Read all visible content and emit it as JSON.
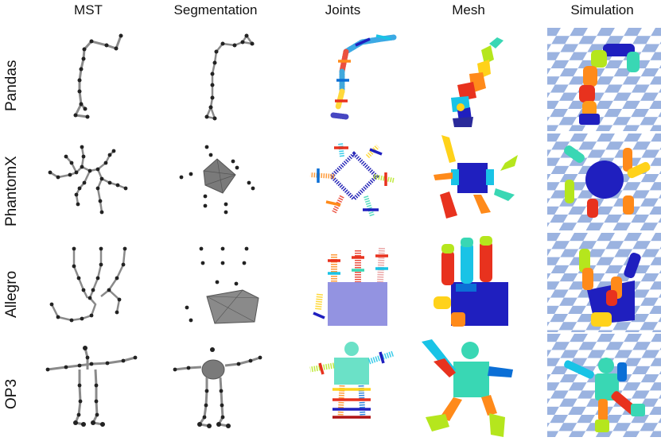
{
  "columns": [
    "MST",
    "Segmentation",
    "Joints",
    "Mesh",
    "Simulation"
  ],
  "rows": [
    "Pandas",
    "PhantomX",
    "Allegro",
    "OP3"
  ],
  "colors": {
    "node": "#222222",
    "edge": "#8a8a8a",
    "mesh_palette": [
      "#1f1fbf",
      "#0b6fd6",
      "#19c3e6",
      "#39d7b4",
      "#b5e61d",
      "#ffd21a",
      "#ff8a1a",
      "#e8321e",
      "#b01414"
    ],
    "sim_sky": "#ffffff",
    "sim_checker_a": "#9bb3e0",
    "sim_checker_b": "#ffffff"
  }
}
